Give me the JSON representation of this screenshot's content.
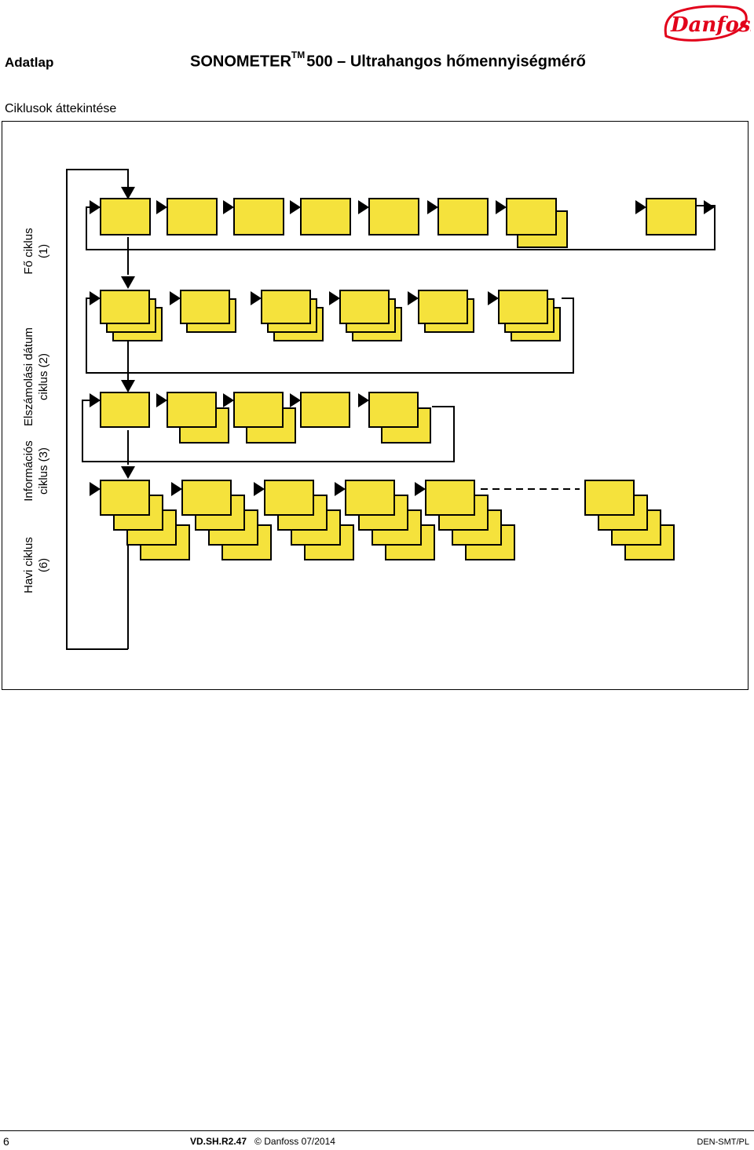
{
  "header": {
    "doc_type": "Adatlap",
    "title_brand": "SONOMETER",
    "title_tm": "TM",
    "title_rest": "500 – Ultrahangos hőmennyiségmérő",
    "logo_text": "Danfoss"
  },
  "section_title": "Ciklusok áttekintése",
  "cycles": [
    {
      "line1": "Fő ciklus",
      "line2": "(1)"
    },
    {
      "line1": "Elszámolási dátum",
      "line2": "ciklus (2)"
    },
    {
      "line1": "Információs",
      "line2": "ciklus (3)"
    },
    {
      "line1": "Havi ciklus",
      "line2": "(6)"
    }
  ],
  "colors": {
    "box_fill": "#f5e23c",
    "box_stroke": "#000000"
  },
  "footer": {
    "page": "6",
    "code": "VD.SH.R2.47",
    "copyright": "© Danfoss 07/2014",
    "right": "DEN-SMT/PL"
  }
}
